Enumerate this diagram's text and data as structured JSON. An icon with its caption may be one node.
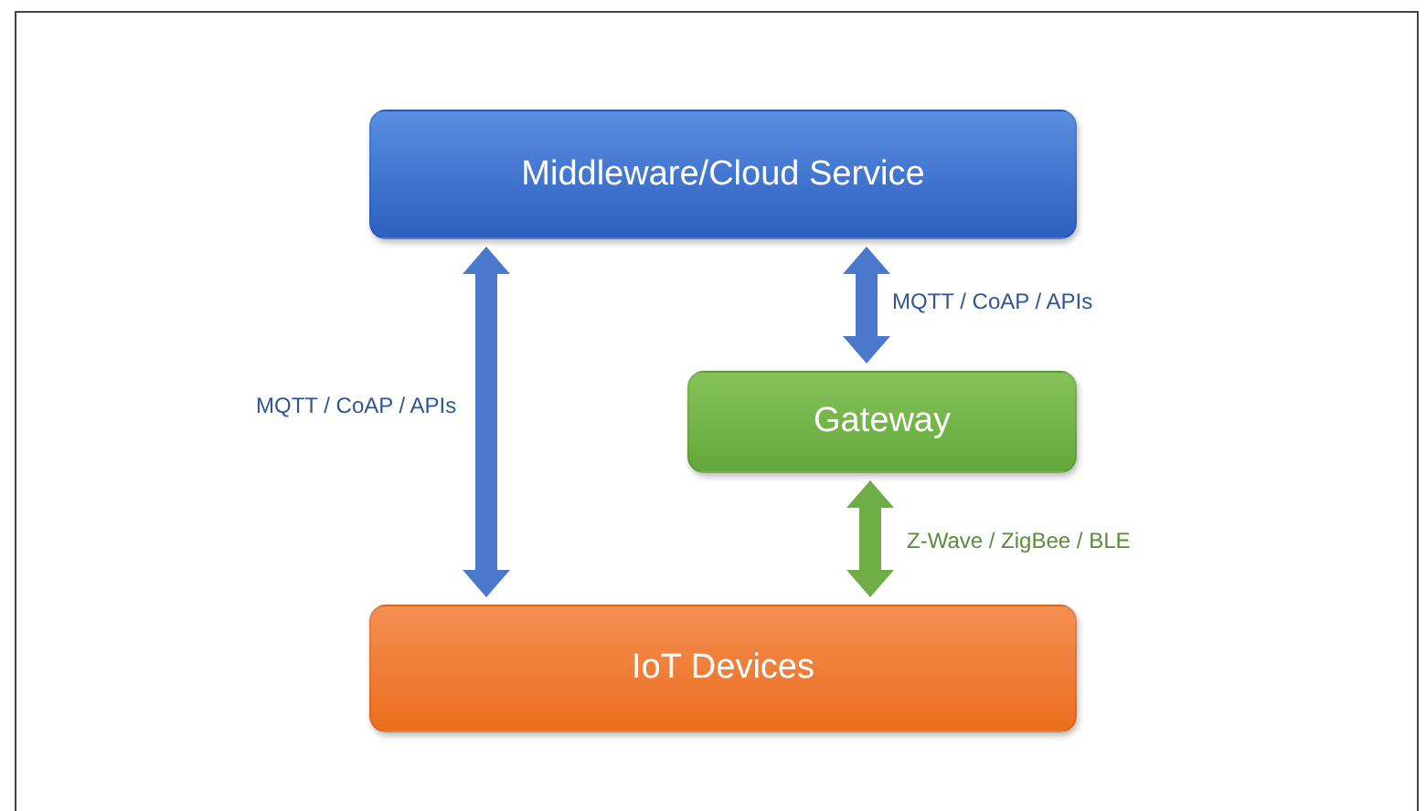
{
  "diagram": {
    "nodes": [
      {
        "text": [
          "Middleware/Cloud Service"
        ]
      },
      {
        "text": [
          "Gateway"
        ]
      },
      {
        "text": [
          "IoT Devices"
        ]
      }
    ],
    "edges": [
      {
        "from": 0,
        "to": 2,
        "arrow": "both",
        "label": "MQTT / CoAP / APIs"
      },
      {
        "from": 0,
        "to": 1,
        "arrow": "both",
        "label": "MQTT / CoAP / APIs"
      },
      {
        "from": 1,
        "to": 2,
        "arrow": "both",
        "label": "Z-Wave / ZigBee / BLE",
        "color": "#70ad47"
      }
    ]
  }
}
